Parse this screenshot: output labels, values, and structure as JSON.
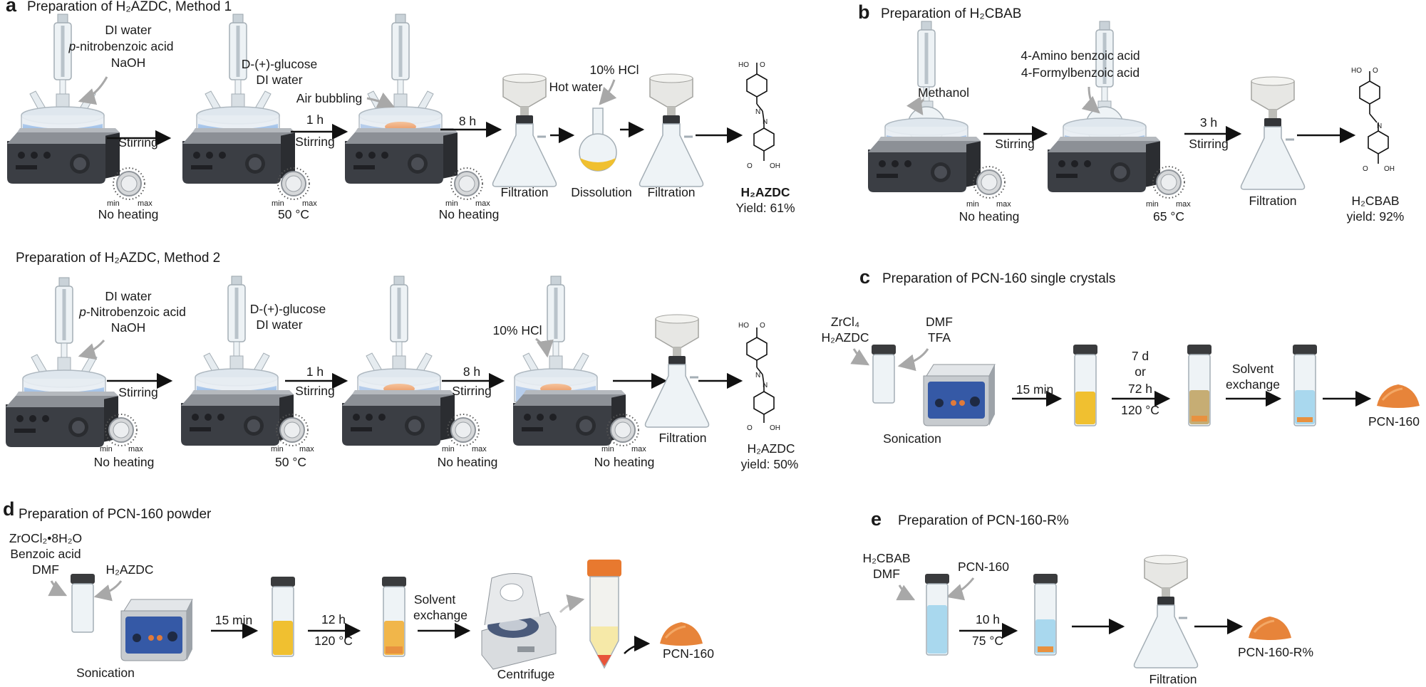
{
  "panels": {
    "a": {
      "letter": "a",
      "method1": {
        "title": "Preparation of H₂AZDC, Method 1",
        "reagents1": [
          "DI water",
          "p-nitrobenzoic acid",
          "NaOH"
        ],
        "reagents2": [
          "D-(+)-glucose",
          "DI water"
        ],
        "air": "Air bubbling",
        "hot_water": "Hot water",
        "hcl": "10% HCl",
        "arrows": [
          "Stirring",
          "1 h",
          "Stirring",
          "8 h"
        ],
        "heat": [
          "No heating",
          "50 °C",
          "No heating"
        ],
        "steps": [
          "Filtration",
          "Dissolution",
          "Filtration"
        ],
        "product": "H₂AZDC",
        "yield": "Yield: 61%"
      },
      "method2": {
        "title": "Preparation of H₂AZDC, Method 2",
        "reagents1": [
          "DI water",
          "p-Nitrobenzoic acid",
          "NaOH"
        ],
        "reagents2": [
          "D-(+)-glucose",
          "DI water"
        ],
        "hcl": "10% HCl",
        "arrows": [
          "Stirring",
          "1 h",
          "Stirring",
          "8 h",
          "Stirring"
        ],
        "heat": [
          "No heating",
          "50 °C",
          "No heating",
          "No heating"
        ],
        "step": "Filtration",
        "product": "H₂AZDC",
        "yield": "yield: 50%"
      }
    },
    "b": {
      "letter": "b",
      "title": "Preparation of H₂CBAB",
      "solvent": "Methanol",
      "reagents": [
        "4-Amino benzoic acid",
        "4-Formylbenzoic acid"
      ],
      "arrows": [
        "Stirring",
        "3 h",
        "Stirring"
      ],
      "heat": [
        "No heating",
        "65 °C"
      ],
      "step": "Filtration",
      "product": "H₂CBAB",
      "yield": "yield: 92%"
    },
    "c": {
      "letter": "c",
      "title": "Preparation of PCN-160 single crystals",
      "reagents1": [
        "ZrCl₄",
        "H₂AZDC"
      ],
      "reagents2": [
        "DMF",
        "TFA"
      ],
      "sonication": "Sonication",
      "t1": "15 min",
      "t2": [
        "7 d",
        "or",
        "72 h",
        "120 °C"
      ],
      "exchange": [
        "Solvent",
        "exchange"
      ],
      "product": "PCN-160"
    },
    "d": {
      "letter": "d",
      "title": "Preparation of PCN-160 powder",
      "reagents1": [
        "ZrOCl₂•8H₂O",
        "Benzoic acid",
        "DMF"
      ],
      "reagent2": "H₂AZDC",
      "sonication": "Sonication",
      "t1": "15 min",
      "t2": [
        "12 h",
        "120 °C"
      ],
      "exchange": [
        "Solvent",
        "exchange"
      ],
      "centrifuge": "Centrifuge",
      "product": "PCN-160"
    },
    "e": {
      "letter": "e",
      "title": "Preparation of PCN-160-R%",
      "reagents1": [
        "H₂CBAB",
        "DMF"
      ],
      "reagent2": "PCN-160",
      "t": [
        "10 h",
        "75 °C"
      ],
      "step": "Filtration",
      "product": "PCN-160-R%"
    },
    "knob": {
      "min": "min",
      "max": "max"
    },
    "chem": {
      "oh": "OH",
      "ho": "HO",
      "o": "O",
      "n": "N"
    }
  },
  "colors": {
    "blue_liquid": "#7fa9dc",
    "yellow_liquid": "#f0c030",
    "orange_solid": "#e77a2c",
    "light_blue_liquid": "#a9d8ee",
    "stirrer_body": "#3b3e44",
    "glass": "#e6eef2",
    "sonicator_blue": "#3559a6",
    "centrifuge_body": "#d9dcdf",
    "arrow": "#111111",
    "pointer_gray": "#a8a8a8"
  }
}
